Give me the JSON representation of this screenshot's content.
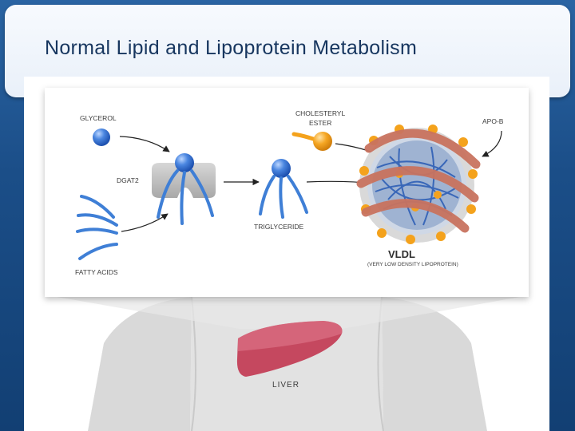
{
  "slide": {
    "title": "Normal Lipid and Lipoprotein Metabolism"
  },
  "diagram": {
    "labels": {
      "glycerol": "GLYCEROL",
      "dgat2": "DGAT2",
      "fatty_acids": "FATTY ACIDS",
      "triglyceride": "TRIGLYCERIDE",
      "cholesteryl_line1": "CHOLESTERYL",
      "cholesteryl_line2": "ESTER",
      "apo_b": "APO-B",
      "vldl": "VLDL",
      "vldl_full": "(VERY LOW DENSITY LIPOPROTEIN)",
      "liver": "LIVER"
    },
    "colors": {
      "blue_molecule": "#3f7fd6",
      "orange_molecule": "#f4a21c",
      "apo_b_band": "#c9735f",
      "liver": "#c5485f",
      "body_silhouette": "#d8d8d8"
    }
  }
}
